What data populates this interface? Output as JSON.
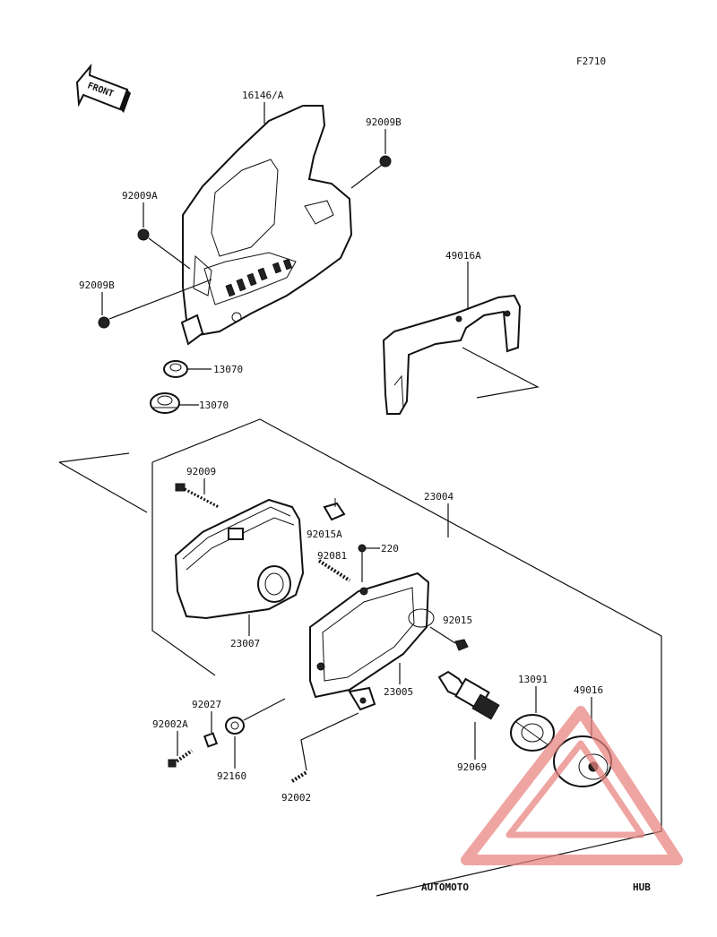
{
  "figure_code": "F2710",
  "front_label": "FRONT",
  "labels": {
    "cowl": "16146/A",
    "bolt_b_top": "92009B",
    "bolt_a": "92009A",
    "bolt_b_left": "92009B",
    "cover": "49016A",
    "grommet_1": "13070",
    "grommet_2": "13070",
    "bolt_92009": "92009",
    "headlight_assy": "23004",
    "clip": "92015A",
    "screw_220": "220",
    "spring_92081": "92081",
    "nut_92015": "92015",
    "lens_unit": "23007",
    "bracket": "23005",
    "collar": "92027",
    "bolt_92002a": "92002A",
    "grommet_92160": "92160",
    "bolt_92002": "92002",
    "bulb": "92069",
    "socket": "13091",
    "boot": "49016"
  },
  "watermark": {
    "part1": "AUTOMOTO",
    "part2": "HUB",
    "color1": "#f6c27a",
    "color2": "#9a9a9a",
    "logo_color": "#e8837f"
  }
}
